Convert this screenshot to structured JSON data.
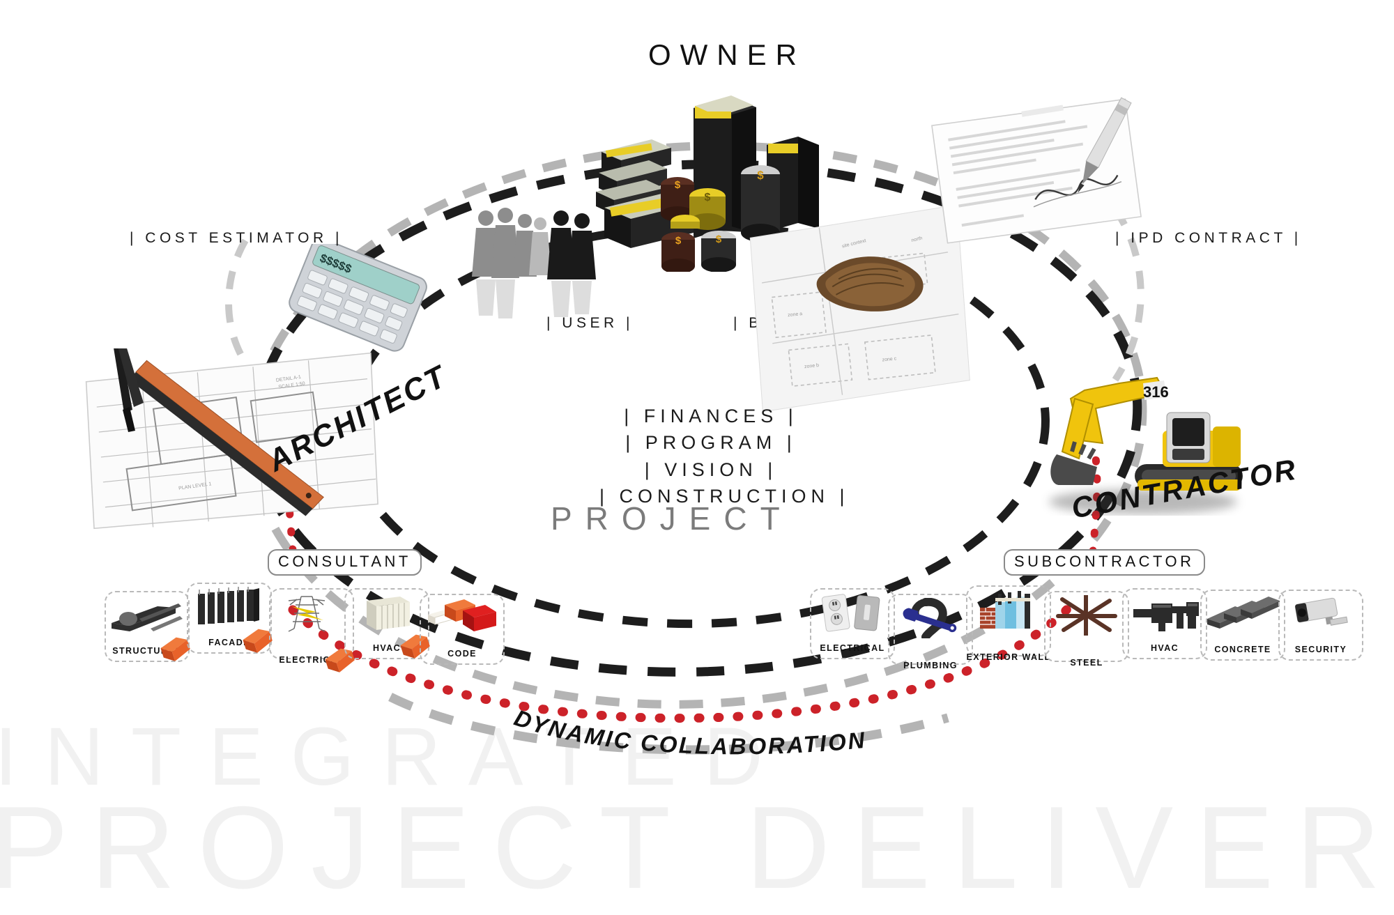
{
  "diagram": {
    "title_watermark_line1": "INTEGRATED",
    "title_watermark_line2": "PROJECT DELIVERY",
    "owner_label": "OWNER",
    "center_lines": [
      "| FINANCES |",
      "| PROGRAM |",
      "| VISION |",
      "| CONSTRUCTION |"
    ],
    "project_word": "PROJECT",
    "collaboration_label": "DYNAMIC COLLABORATION"
  },
  "nodes": {
    "cost_estimator": "| COST ESTIMATOR |",
    "user": "| USER |",
    "bim": "| BIM |",
    "ipd_contract": "| IPD CONTRACT |",
    "architect": "ARCHITECT",
    "contractor": "CONTRACTOR",
    "consultant": "CONSULTANT",
    "subcontractor": "SUBCONTRACTOR",
    "excavator_model": "316"
  },
  "consultant_items": [
    {
      "label": "STRUCTURAL",
      "icon": "steel-beams-icon"
    },
    {
      "label": "FACADE",
      "icon": "curtain-wall-icon"
    },
    {
      "label": "ELECTRICAL",
      "icon": "power-pylon-icon"
    },
    {
      "label": "HVAC",
      "icon": "air-filter-icon"
    },
    {
      "label": "CODE",
      "icon": "code-books-icon"
    }
  ],
  "subcontractor_items": [
    {
      "label": "ELECTRICAL",
      "icon": "outlet-plate-icon"
    },
    {
      "label": "PLUMBING",
      "icon": "wrench-pipe-icon"
    },
    {
      "label": "EXTERIOR WALL",
      "icon": "wall-section-icon"
    },
    {
      "label": "STEEL",
      "icon": "steel-cross-icon"
    },
    {
      "label": "HVAC",
      "icon": "duct-icon"
    },
    {
      "label": "CONCRETE",
      "icon": "concrete-planks-icon"
    },
    {
      "label": "SECURITY",
      "icon": "cctv-camera-icon"
    }
  ],
  "colors": {
    "accent_red": "#cc2229",
    "dash_dark": "#1d1d1d",
    "dash_gray": "#b0b0b0",
    "orange_book": "#e8622a",
    "excavator_yellow": "#f2c200",
    "watermark_gray": "#f1f1f1",
    "project_gray": "#7b7b7b"
  }
}
